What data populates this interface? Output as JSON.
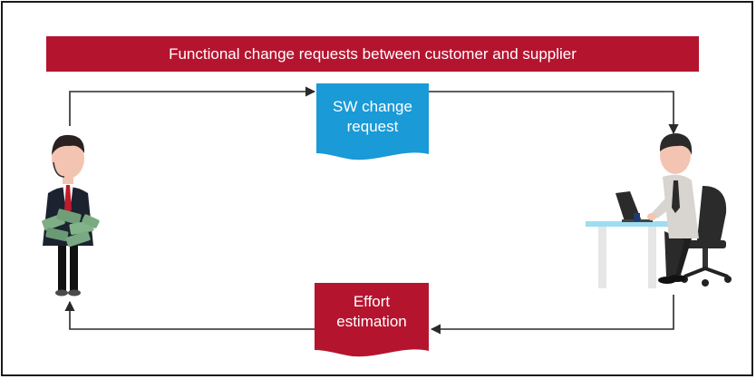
{
  "banner": {
    "title": "Functional change requests between customer and supplier"
  },
  "documents": {
    "request": {
      "line1": "SW change",
      "line2": "request",
      "color": "#1a9ad6"
    },
    "estimate": {
      "line1": "Effort",
      "line2": "estimation",
      "color": "#b5142f"
    }
  },
  "actors": {
    "customer": "customer-figure",
    "supplier": "supplier-figure"
  },
  "colors": {
    "accent": "#b5142f",
    "request": "#1a9ad6",
    "line": "#2a2a2a"
  }
}
